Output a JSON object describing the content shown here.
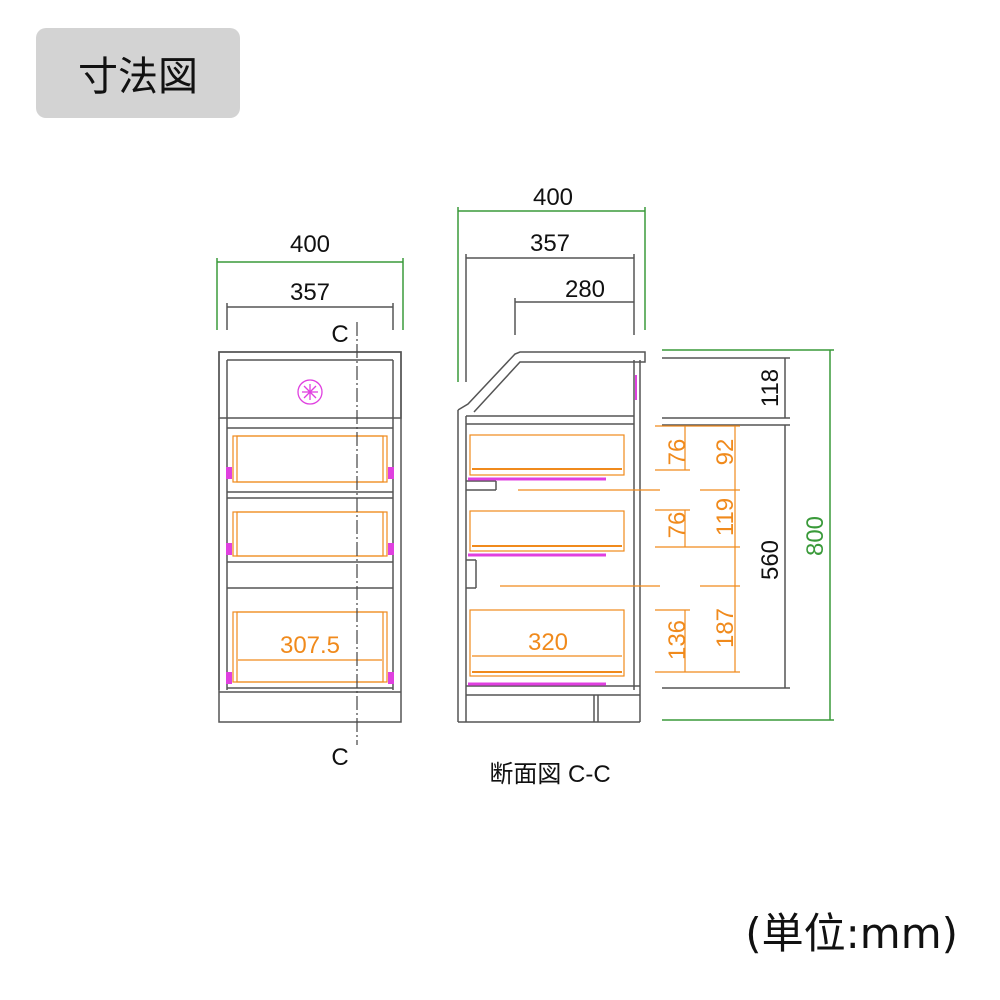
{
  "title": "寸法図",
  "unit_label": "(単位:mm)",
  "colors": {
    "green": "#3a9a3a",
    "orange": "#f08a1c",
    "magenta": "#e040e0",
    "line": "#555555",
    "title_bg": "#d3d3d3"
  },
  "front_view": {
    "width_outer": "400",
    "width_inner": "357",
    "drawer_width": "307.5",
    "section_mark_top": "C",
    "section_mark_bottom": "C"
  },
  "section_view": {
    "caption": "断面図 C-C",
    "width_outer": "400",
    "width_inner": "357",
    "width_top": "280",
    "drawer_depth": "320",
    "height_top": "118",
    "height_body": "560",
    "height_total": "800",
    "drawer1_inner": "76",
    "drawer1_outer": "92",
    "drawer2_inner": "76",
    "drawer2_outer": "119",
    "drawer3_inner": "136",
    "drawer3_outer": "187"
  }
}
